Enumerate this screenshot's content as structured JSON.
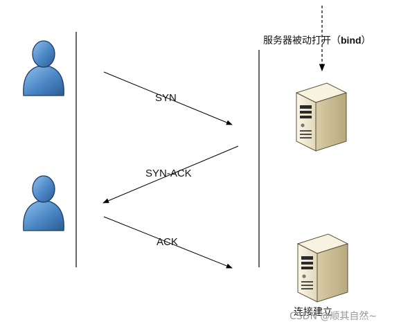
{
  "diagram": {
    "server_note": {
      "prefix": "服务器被动打开（",
      "keyword": "bind",
      "suffix": "）"
    },
    "messages": [
      {
        "label": "SYN",
        "direction": "client-to-server"
      },
      {
        "label": "SYN-ACK",
        "direction": "server-to-client"
      },
      {
        "label": "ACK",
        "direction": "client-to-server"
      }
    ],
    "established_label": "连接建立",
    "icons": {
      "client_top": "user-icon",
      "client_bottom": "user-icon",
      "server_top": "server-tower-icon",
      "server_bottom": "server-tower-icon"
    },
    "colors": {
      "user_body": "#4a86c5",
      "user_outline": "#1c3e66",
      "server_body": "#ece4cc",
      "line": "#000000"
    }
  },
  "watermark": "CSDN @顺其自然~"
}
